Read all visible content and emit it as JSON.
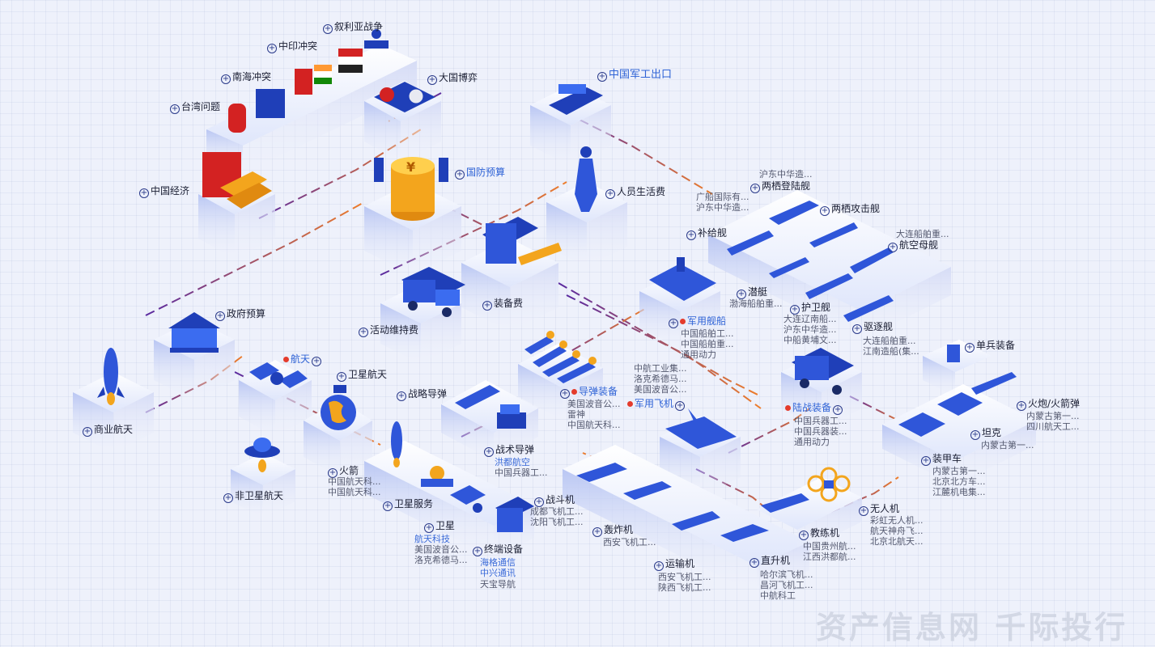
{
  "labels": {
    "syria": "叙利亚战争",
    "india": "中印冲突",
    "nanhai": "南海冲突",
    "taiwan": "台湾问题",
    "daguo": "大国博弈",
    "export": "中国军工出口",
    "economy": "中国经济",
    "defense": "国防预算",
    "personnel": "人员生活费",
    "equipment": "装备费",
    "activity": "活动维持费",
    "govbudget": "政府预算",
    "aerospace": "航天",
    "commercial": "商业航天",
    "nonsat": "非卫星航天",
    "satspace": "卫星航天",
    "rocket": "火箭",
    "satservice": "卫星服务",
    "satellite": "卫星",
    "terminal": "终端设备",
    "strategic": "战略导弹",
    "tactical": "战术导弹",
    "missileequip": "导弹装备",
    "militaryship": "军用舰船",
    "militaryplane": "军用飞机",
    "landequip": "陆战装备",
    "amphibious": "两栖登陆舰",
    "amphattack": "两栖攻击舰",
    "supply": "补给舰",
    "carrier": "航空母舰",
    "submarine": "潜艇",
    "frigate": "护卫舰",
    "destroyer": "驱逐舰",
    "infantry": "单兵装备",
    "artillery": "火炮/火箭弹",
    "tank": "坦克",
    "armored": "装甲车",
    "fighter": "战斗机",
    "bomber": "轰炸机",
    "transport": "运输机",
    "helicopter": "直升机",
    "trainer": "教练机",
    "uav": "无人机"
  },
  "subs": {
    "rocket": [
      "中国航天科...",
      "中国航天科..."
    ],
    "satellite_hl": [
      "航天科技"
    ],
    "satellite": [
      "美国波音公...",
      "洛克希德马..."
    ],
    "terminal_hl": [
      "海格通信",
      "中兴通讯"
    ],
    "terminal": [
      "天宝导航"
    ],
    "tactical_hl": [
      "洪都航空"
    ],
    "tactical": [
      "中国兵器工..."
    ],
    "missileequip": [
      "美国波音公...",
      "雷神",
      "中国航天科..."
    ],
    "militaryplane_top": [
      "中航工业集...",
      "洛克希德马...",
      "美国波音公..."
    ],
    "militaryship": [
      "中国船舶工...",
      "中国船舶重...",
      "通用动力"
    ],
    "landequip": [
      "中国兵器工...",
      "中国兵器装...",
      "通用动力"
    ],
    "amphibious_top": [
      "沪东中华造..."
    ],
    "amphibious": [
      "广船国际有...",
      "沪东中华造..."
    ],
    "carrier_top": [
      "大连船舶重..."
    ],
    "submarine": [
      "渤海船舶重..."
    ],
    "frigate": [
      "大连辽南船...",
      "沪东中华造...",
      "中船黄埔文..."
    ],
    "destroyer": [
      "大连船舶重...",
      "江南造船(集..."
    ],
    "artillery": [
      "内蒙古第一...",
      "四川航天工..."
    ],
    "tank": [
      "内蒙古第一..."
    ],
    "armored": [
      "内蒙古第一...",
      "北京北方车...",
      "江麓机电集..."
    ],
    "fighter": [
      "成都飞机工...",
      "沈阳飞机工..."
    ],
    "bomber": [
      "西安飞机工..."
    ],
    "transport": [
      "西安飞机工...",
      "陕西飞机工..."
    ],
    "helicopter": [
      "哈尔滨飞机...",
      "昌河飞机工...",
      "中航科工"
    ],
    "trainer": [
      "中国贵州航...",
      "江西洪都航..."
    ],
    "uav": [
      "彩虹无人机...",
      "航天神舟飞...",
      "北京北航天..."
    ]
  },
  "watermark": "资产信息网 千际投行",
  "colors": {
    "accent": "#2f63d6",
    "highlight": "#e43b2c",
    "navy": "#1f3fb8",
    "gold": "#f3a51d",
    "link_purple": "#6a3aa8",
    "link_orange": "#e87b2a"
  }
}
